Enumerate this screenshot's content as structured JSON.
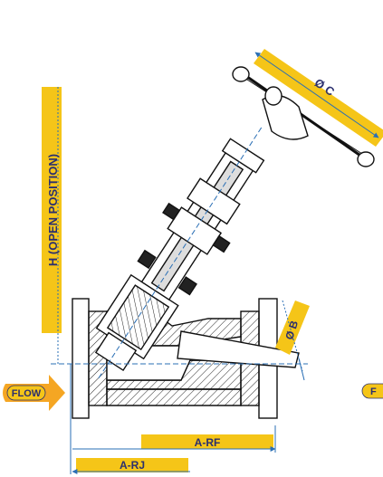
{
  "dimensions": {
    "height_label": "H (OPEN POSITION)",
    "diameter_b": "Ø B",
    "diameter_c": "Ø C",
    "face_to_face_rf": "A-RF",
    "face_to_face_rj": "A-RJ"
  },
  "flow": {
    "left_label": "FLOW",
    "right_label_partial": "F"
  },
  "colors": {
    "label_bar": "#f5c518",
    "label_text": "#2b2f6e",
    "flow_arrow": "#f5a623",
    "dim_line": "#2a6fb5",
    "centerline": "#2a6fb5",
    "drawing": "#111111"
  }
}
